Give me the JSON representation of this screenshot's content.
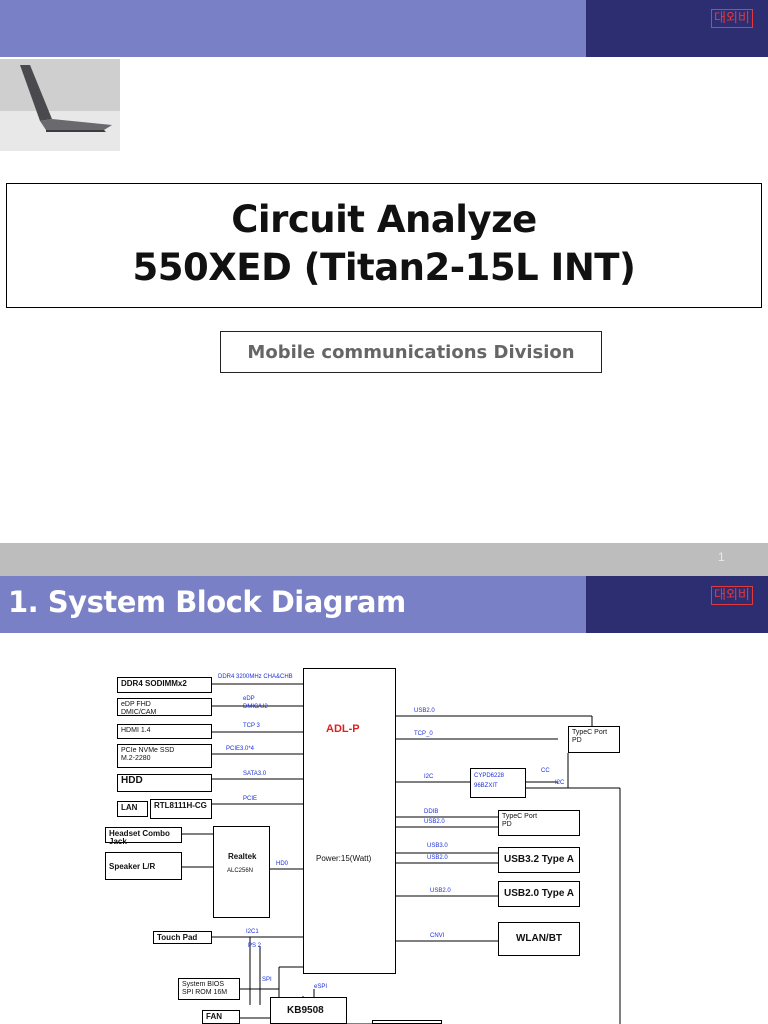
{
  "slide1": {
    "badge": "대외비",
    "title_line1": "Circuit Analyze",
    "title_line2": "550XED (Titan2-15L INT)",
    "subtitle": "Mobile communications Division",
    "page_number": "1"
  },
  "slide2": {
    "badge": "대외비",
    "section_title": "1. System Block Diagram"
  },
  "diagram": {
    "cpu": {
      "name": "ADL-P",
      "power": "Power:15(Watt)"
    },
    "realtek": {
      "name": "Realtek",
      "part": "ALC256N"
    },
    "ec": {
      "name": "KB9508"
    },
    "blocks": {
      "ddr4": "DDR4 SODIMMx2",
      "edp": "eDP FHD",
      "dmic": "DMIC/CAM",
      "hdmi": "HDMI 1.4",
      "ssd": "PCIe NVMe  SSD",
      "ssd_size": "M.2-2280",
      "hdd": "HDD",
      "lan": "LAN",
      "rtl": "RTL8111H-CG",
      "headset": "Headset Combo Jack",
      "speaker": "Speaker L/R",
      "touchpad": "Touch Pad",
      "bios": "System BIOS",
      "bios_rom": "SPI ROM 16M",
      "fan": "FAN",
      "typec1": "TypeC Port",
      "typec1_pd": "PD",
      "cypd": "CYPD6228",
      "cypd_part": "96BZXIT",
      "typec2": "TypeC Port",
      "typec2_pd": "PD",
      "usb32": "USB3.2 Type A",
      "usb20": "USB2.0 Type A",
      "wlan": "WLAN/BT"
    },
    "signals": {
      "ddr4": "DDR4 3200MHz CHA&CHB",
      "edp": "eDP",
      "dmic": "DMIC/U2",
      "tcp": "TCP 3",
      "pcie3": "PCIE3.0*4",
      "sata": "SATA3.0",
      "pcie": "PCIE",
      "hda": "HD0",
      "i2c1": "I2C1",
      "ps2": "PS 2",
      "spi": "SPI",
      "espi": "eSPI",
      "usb20_a": "USB2.0",
      "tcp0": "TCP_0",
      "i2c": "I2C",
      "cc": "CC",
      "i2c_b": "I2C",
      "ddib": "DDIB",
      "usb20_b": "USB2.0",
      "usb30": "USB3.0",
      "usb20_c": "USB2.0",
      "usb20_d": "USB2.0",
      "cnvi": "CNVI"
    }
  }
}
